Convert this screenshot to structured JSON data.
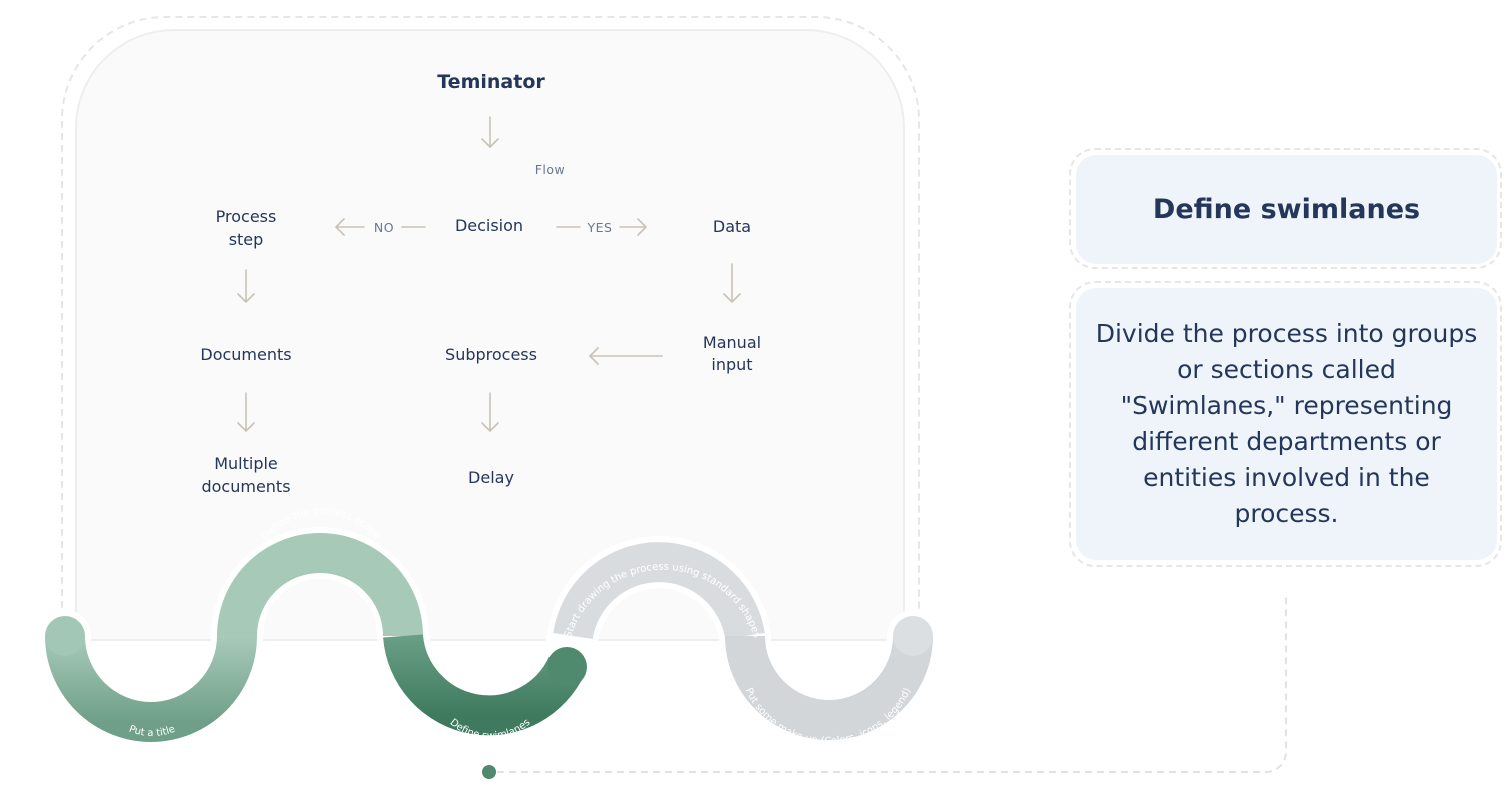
{
  "flowchart": {
    "terminator": "Teminator",
    "flow_label": "Flow",
    "process_step": [
      "Process",
      "step"
    ],
    "no_label": "NO",
    "decision": "Decision",
    "yes_label": "YES",
    "data": "Data",
    "documents": "Documents",
    "subprocess": "Subprocess",
    "manual_input": [
      "Manual",
      "input"
    ],
    "multiple_documents": [
      "Multiple",
      "documents"
    ],
    "delay": "Delay"
  },
  "steps": [
    {
      "label": "Put a title",
      "state": "done",
      "color": "#7fae97"
    },
    {
      "label": "Define the process scope",
      "state": "done",
      "color": "#a6c9b8"
    },
    {
      "label": "Define swimlanes",
      "state": "active",
      "color": "#4f8a6f"
    },
    {
      "label": "Start drawing the process using standard shapes",
      "state": "pending",
      "color": "#d7dadd"
    },
    {
      "label": "Put some make-up (Colors, icons, legend)",
      "state": "pending",
      "color": "#d7dadd"
    }
  ],
  "detail": {
    "title": "Define swimlanes",
    "body": "Divide the process into groups or sections called \"Swimlanes,\" representing different departments or entities involved in the process."
  },
  "colors": {
    "text_dark": "#24375a",
    "panel_bg": "#fafafa",
    "card_bg": "#eef4f9",
    "arrow": "#c9c3b6",
    "active_green": "#4f8a6f"
  }
}
